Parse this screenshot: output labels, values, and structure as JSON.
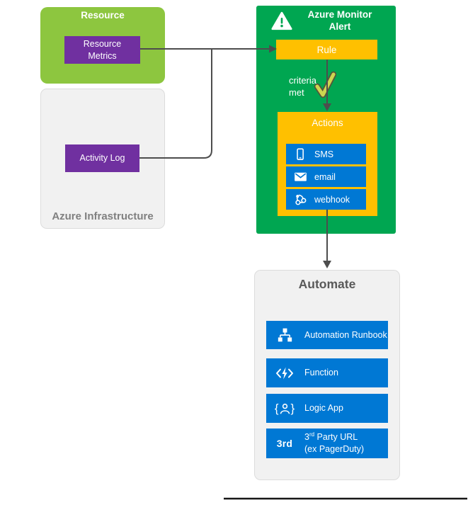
{
  "diagram": {
    "resource_panel": {
      "title": "Resource",
      "metrics_node": {
        "label": "Resource Metrics"
      }
    },
    "infrastructure_panel": {
      "title": "Azure Infrastructure",
      "activity_node": {
        "label": "Activity Log"
      }
    },
    "monitor_panel": {
      "title": "Azure Monitor Alert",
      "warning_icon": "warning-triangle-icon",
      "rule": {
        "label": "Rule"
      },
      "criteria_note": "criteria met",
      "check_icon": "check-mark-icon",
      "actions": {
        "title": "Actions",
        "items": [
          {
            "label": "SMS",
            "icon": "phone-icon"
          },
          {
            "label": "email",
            "icon": "email-icon"
          },
          {
            "label": "webhook",
            "icon": "webhook-icon"
          }
        ]
      }
    },
    "automate_panel": {
      "title": "Automate",
      "items": [
        {
          "label": "Automation Runbook",
          "icon": "automation-runbook-icon"
        },
        {
          "label": "Function",
          "icon": "function-icon"
        },
        {
          "label": "Logic App",
          "icon": "logic-app-icon"
        },
        {
          "badge": "3rd",
          "num": "3",
          "sup": "rd",
          "rest": " Party URL",
          "line2": "(ex PagerDuty)",
          "icon": "third-party-badge"
        }
      ]
    },
    "colors": {
      "resource_green": "#8dc63f",
      "monitor_green": "#00a651",
      "node_purple": "#7030a0",
      "rule_yellow": "#ffc000",
      "action_blue": "#0078d4",
      "panel_gray": "#f1f1f1",
      "gray_title": "#808080",
      "automate_title": "#595959",
      "connector_gray": "#4d4d4d",
      "check_olive": "#ccd650",
      "bottom_rule": "#161616"
    }
  }
}
